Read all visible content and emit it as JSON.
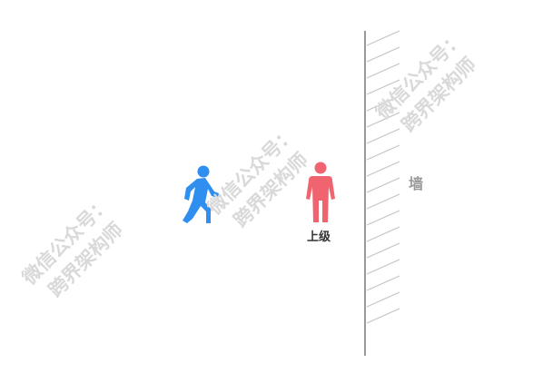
{
  "figures": {
    "walker": {
      "icon": "person-walking-icon",
      "color": "#2e8ff0"
    },
    "superior": {
      "icon": "person-standing-icon",
      "color": "#f06470",
      "label": "上级"
    }
  },
  "wall": {
    "label": "墙",
    "line_color": "#999999",
    "hatch_color": "#c4c4c4"
  },
  "watermark": {
    "line1": "微信公众号：",
    "line2": "跨界架构师",
    "color": "#d9d9d9"
  }
}
